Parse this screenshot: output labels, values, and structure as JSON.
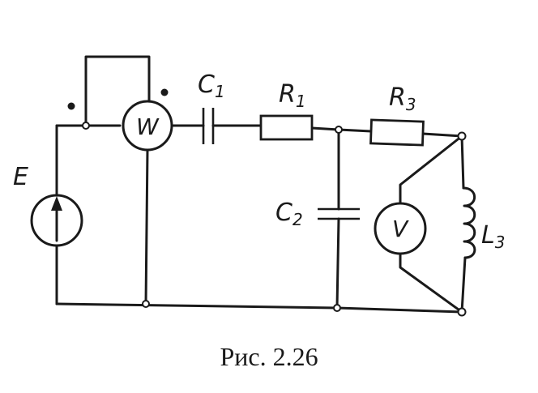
{
  "caption": "Рис. 2.26",
  "labels": {
    "source": "E",
    "wattmeter": "W",
    "voltmeter": "V",
    "c1_main": "C",
    "c1_sub": "1",
    "r1_main": "R",
    "r1_sub": "1",
    "r3_main": "R",
    "r3_sub": "3",
    "c2_main": "C",
    "c2_sub": "2",
    "l3_main": "L",
    "l3_sub": "3"
  }
}
